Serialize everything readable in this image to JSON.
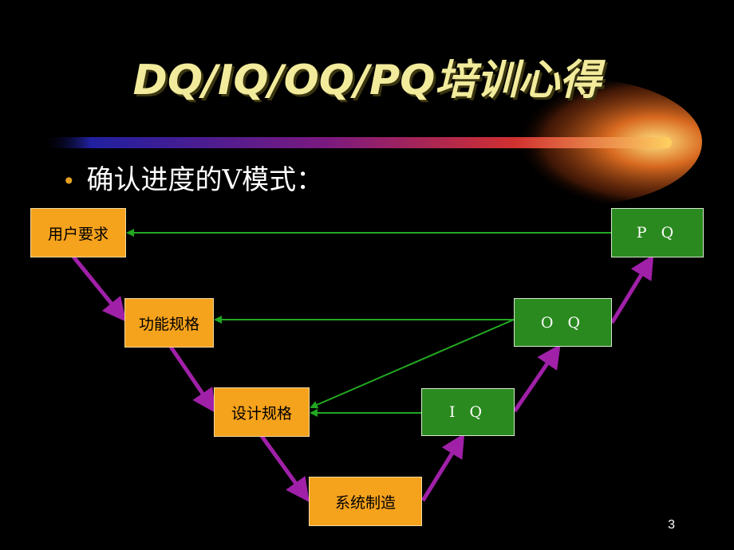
{
  "slide": {
    "title": "DQ/IQ/OQ/PQ培训心得",
    "bullet": "确认进度的V模式：",
    "page_number": "3"
  },
  "diagram": {
    "left_boxes": [
      {
        "id": "user-req",
        "label": "用户要求"
      },
      {
        "id": "func-spec",
        "label": "功能规格"
      },
      {
        "id": "design-spec",
        "label": "设计规格"
      },
      {
        "id": "manufacture",
        "label": "系统制造"
      }
    ],
    "right_boxes": [
      {
        "id": "iq",
        "label": "I Q"
      },
      {
        "id": "oq",
        "label": "O Q"
      },
      {
        "id": "pq",
        "label": "P Q"
      }
    ],
    "colors": {
      "left_fill": "#f5a21c",
      "right_fill": "#2a8a1f",
      "flow_arrow": "#a020a8",
      "feedback_arrow": "#22a822",
      "title": "#f2eb9c"
    }
  }
}
